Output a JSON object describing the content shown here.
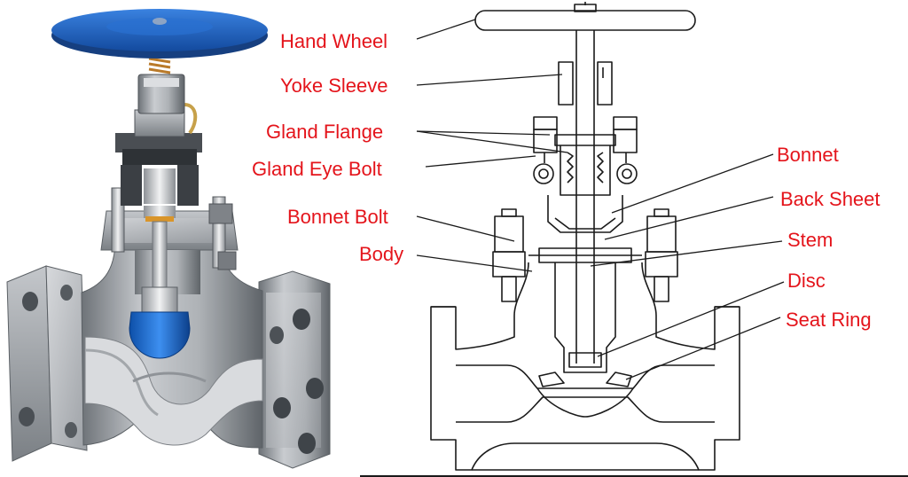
{
  "colors": {
    "label_red": "#e4141b",
    "line_black": "#1a1a1a",
    "valve_metal": "#a9adb1",
    "wheel_blue": "#1f63c4",
    "disc_blue": "#1e6fd8",
    "brass": "#d9952a"
  },
  "labels": {
    "hand_wheel": "Hand Wheel",
    "yoke_sleeve": "Yoke Sleeve",
    "gland_flange": "Gland Flange",
    "gland_eye_bolt": "Gland Eye Bolt",
    "bonnet_bolt": "Bonnet Bolt",
    "body": "Body",
    "bonnet": "Bonnet",
    "back_sheet": "Back Sheet",
    "stem": "Stem",
    "disc": "Disc",
    "seat_ring": "Seat Ring"
  }
}
